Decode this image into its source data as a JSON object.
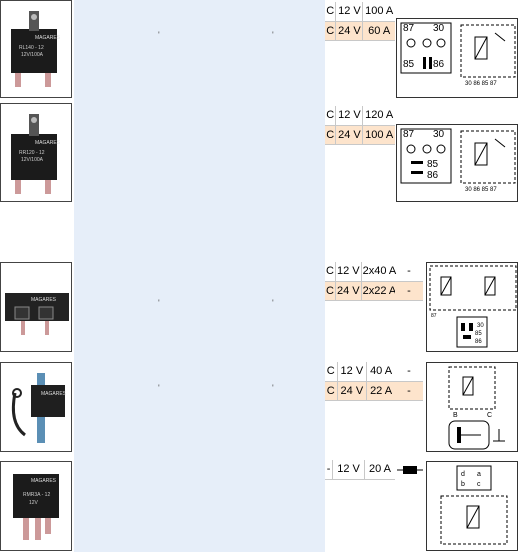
{
  "products": [
    {
      "label_lines": [
        "RL140 - 12",
        "12V/100A"
      ],
      "brand": "MAGARES",
      "specs": [
        [
          "C",
          "12 V",
          "100 A"
        ],
        [
          "C",
          "24 V",
          "60 A"
        ]
      ],
      "extra": [],
      "pins": [
        "87",
        "30",
        "85",
        "86"
      ],
      "bottom_pins": "30 86     85 87"
    },
    {
      "label_lines": [
        "RR120 - 12",
        "12V/100A"
      ],
      "brand": "MAGARES",
      "specs": [
        [
          "C",
          "12 V",
          "120 A"
        ],
        [
          "C",
          "24 V",
          "100 A"
        ]
      ],
      "extra": [],
      "pins": [
        "87",
        "30",
        "85",
        "86"
      ],
      "bottom_pins": "30 86     85 87"
    },
    {
      "label_lines": [],
      "brand": "MAGARES",
      "specs": [
        [
          "C",
          "12 V",
          "2x40 A"
        ],
        [
          "C",
          "24 V",
          "2x22 A"
        ]
      ],
      "extra": [
        "-",
        "-"
      ],
      "pins": [
        "30",
        "85",
        "86",
        "87"
      ]
    },
    {
      "label_lines": [],
      "brand": "MAGARES",
      "specs": [
        [
          "C",
          "12 V",
          "40 A"
        ],
        [
          "C",
          "24 V",
          "22 A"
        ]
      ],
      "extra": [
        "-",
        "-"
      ],
      "pins": [
        "B",
        "C"
      ]
    },
    {
      "label_lines": [
        "RMR3A - 12",
        "12V"
      ],
      "brand": "MAGARES",
      "specs": [
        [
          "-",
          "12 V",
          "20 A"
        ]
      ],
      "extra": [],
      "pins": [
        "d",
        "a",
        "b",
        "c"
      ]
    }
  ],
  "ticks": [
    "'",
    "'"
  ],
  "colors": {
    "blue": "#e6eef9",
    "orange": "#fde4cc"
  }
}
